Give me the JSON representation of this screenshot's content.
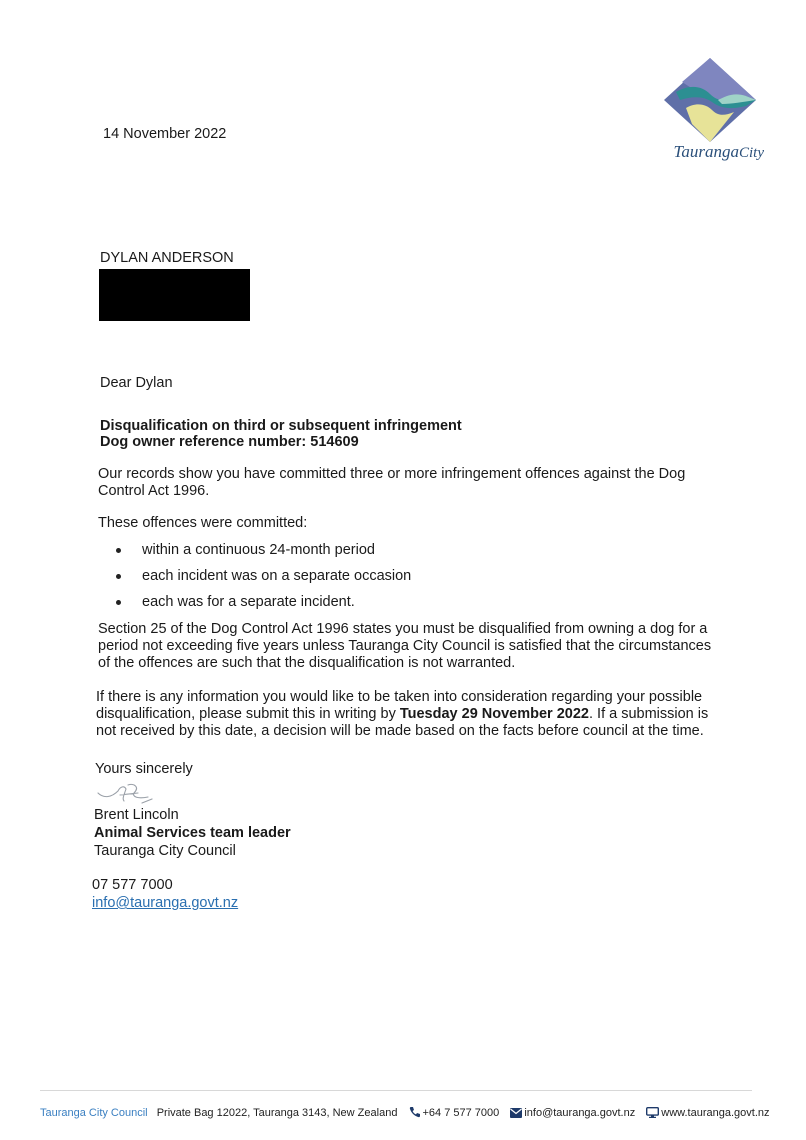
{
  "letter": {
    "date": "14 November 2022",
    "logo_text_main": "Tauranga",
    "logo_text_city": "City",
    "recipient_name": "DYLAN ANDERSON",
    "salutation": "Dear Dylan",
    "subject_line_1": "Disqualification on third or subsequent infringement",
    "subject_line_2": "Dog owner reference number: 514609",
    "paragraph_1": "Our records show you have committed three or more infringement offences against the Dog Control Act 1996.",
    "paragraph_2": "These offences were committed:",
    "bullets": [
      "within a continuous 24-month period",
      "each incident was on a separate occasion",
      "each was for a separate incident."
    ],
    "paragraph_3": "Section 25 of the Dog Control Act 1996 states you must be disqualified from owning a dog for a period not exceeding five years unless Tauranga City Council is satisfied that the circumstances of the offences are such that the disqualification is not warranted.",
    "paragraph_4_before": "If there is any information you would like to be taken into consideration regarding your possible disqualification, please submit this in writing by ",
    "paragraph_4_deadline": "Tuesday 29 November 2022",
    "paragraph_4_after": ". If a submission is not received by this date, a decision will be made based on the facts before council at the time.",
    "closing": "Yours sincerely",
    "signer_name": "Brent Lincoln",
    "signer_role": "Animal Services team leader",
    "signer_org": "Tauranga City Council",
    "phone": "07 577 7000",
    "email": "info@tauranga.govt.nz"
  },
  "footer": {
    "org": "Tauranga City Council",
    "address": "Private Bag 12022, Tauranga 3143, New Zealand",
    "phone": "+64 7 577 7000",
    "email": "info@tauranga.govt.nz",
    "website": "www.tauranga.govt.nz"
  },
  "colors": {
    "accent_blue": "#3a7fc1",
    "logo_text": "#2a4f7a",
    "redaction": "#000000"
  }
}
